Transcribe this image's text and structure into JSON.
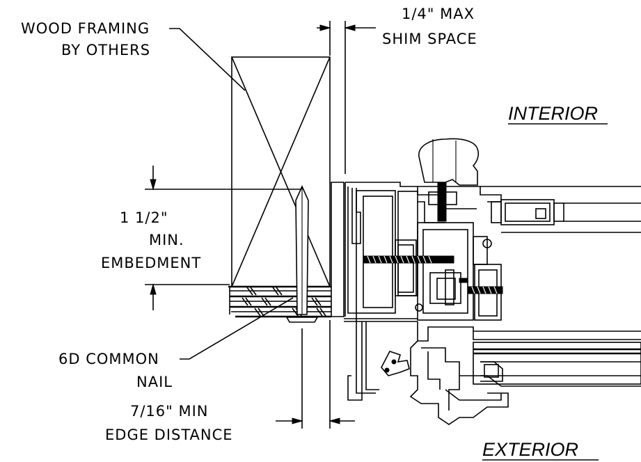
{
  "labels": {
    "wood_framing_1": "WOOD FRAMING",
    "wood_framing_2": "BY OTHERS",
    "shim_1": "1/4\" MAX",
    "shim_2": "SHIM SPACE",
    "interior": "INTERIOR",
    "exterior": "EXTERIOR",
    "embed_1": "1 1/2\"",
    "embed_2": "MIN.",
    "embed_3": "EMBEDMENT",
    "nail_1": "6D COMMON",
    "nail_2": "NAIL",
    "edge_1": "7/16\" MIN",
    "edge_2": "EDGE DISTANCE"
  },
  "colors": {
    "line": "#000000",
    "background": "#ffffff"
  }
}
